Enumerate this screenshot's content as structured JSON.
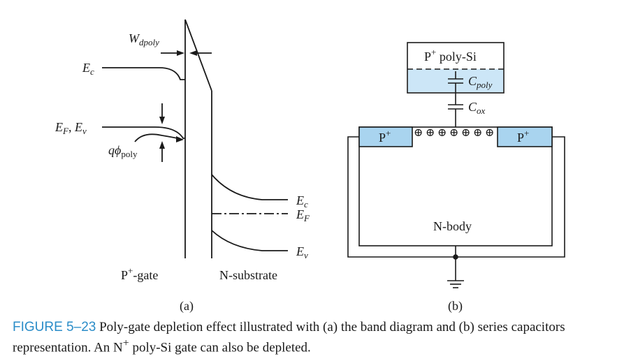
{
  "panel_a": {
    "wdpoly_main": "W",
    "wdpoly_sub": "dpoly",
    "ec_left_main": "E",
    "ec_left_sub": "c",
    "efev_e1": "E",
    "efev_s1": "F",
    "efev_sep": ", ",
    "efev_e2": "E",
    "efev_s2": "v",
    "qphi_main": "qϕ",
    "qphi_sub": "poly",
    "ec_right_main": "E",
    "ec_right_sub": "c",
    "ef_right_main": "E",
    "ef_right_sub": "F",
    "ev_right_main": "E",
    "ev_right_sub": "v",
    "gate_label": "P",
    "gate_label_sup": "+",
    "gate_label_rest": "-gate",
    "substrate_label": "N-substrate",
    "panel_tag": "(a)"
  },
  "panel_b": {
    "poly_label": "P",
    "poly_label_sup": "+",
    "poly_label_rest": " poly-Si",
    "cpoly_main": "C",
    "cpoly_sub": "poly",
    "cox_main": "C",
    "cox_sub": "ox",
    "p_left": "P",
    "p_left_sup": "+",
    "p_right": "P",
    "p_right_sup": "+",
    "hole_glyph": "⊕",
    "body_label": "N-body",
    "panel_tag": "(b)",
    "colors": {
      "p_region": "#a9d4ef",
      "depletion": "#cce6f7"
    }
  },
  "caption": {
    "figure_id": "FIGURE 5–23",
    "text_part1": " Poly-gate depletion effect illustrated with (a) the band diagram and (b) series capacitors representation. An N",
    "text_sup": "+",
    "text_part2": " poly-Si gate can also be depleted."
  }
}
